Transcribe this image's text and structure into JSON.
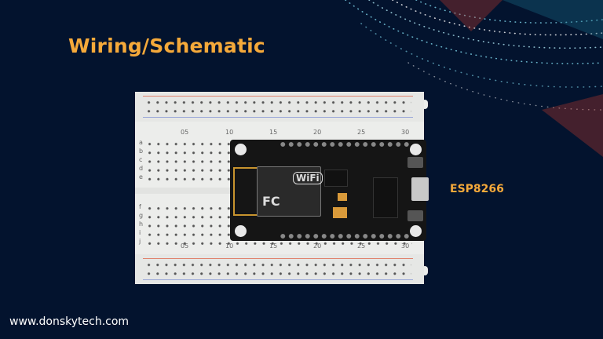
{
  "slide": {
    "title": "Wiring/Schematic",
    "component_label": "ESP8266",
    "website": "www.donskytech.com"
  },
  "breadboard": {
    "column_numbers": [
      "05",
      "10",
      "15",
      "20",
      "25",
      "30"
    ],
    "rows_top": [
      "a",
      "b",
      "c",
      "d",
      "e"
    ],
    "rows_bottom": [
      "f",
      "g",
      "h",
      "i",
      "j"
    ]
  },
  "module": {
    "wifi_text": "WiFi",
    "fc_text": "FC"
  },
  "colors": {
    "background": "#03132e",
    "accent": "#f5a93a",
    "text": "#ffffff"
  }
}
